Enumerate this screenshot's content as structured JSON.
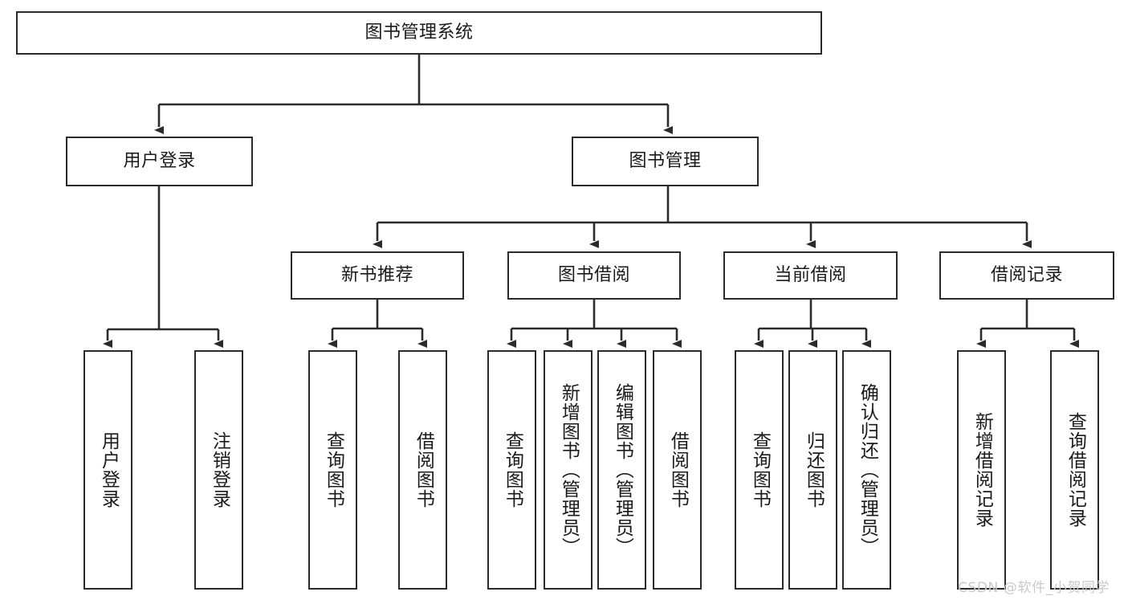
{
  "diagram": {
    "type": "tree-hierarchy-chart",
    "title": "图书管理系统",
    "stroke_color": "#2b2b2b",
    "fill_color": "#ffffff",
    "text_color": "#1a1a1a"
  },
  "nodes": {
    "root": {
      "label": "图书管理系统"
    },
    "level2": [
      {
        "id": "user-login",
        "label": "用户登录"
      },
      {
        "id": "book-manage",
        "label": "图书管理"
      }
    ],
    "level3": [
      {
        "id": "new-book-recommend",
        "label": "新书推荐"
      },
      {
        "id": "book-borrow",
        "label": "图书借阅"
      },
      {
        "id": "current-borrow",
        "label": "当前借阅"
      },
      {
        "id": "borrow-record",
        "label": "借阅记录"
      }
    ],
    "leaves": {
      "user_login": [
        {
          "id": "leaf-user-login",
          "label": "用户登录"
        },
        {
          "id": "leaf-logout-login",
          "label": "注销登录"
        }
      ],
      "new_book_recommend": [
        {
          "id": "leaf-query-book-1",
          "label": "查询图书"
        },
        {
          "id": "leaf-borrow-book-1",
          "label": "借阅图书"
        }
      ],
      "book_borrow": [
        {
          "id": "leaf-query-book-2",
          "label": "查询图书"
        },
        {
          "id": "leaf-add-book",
          "label": "新增图书（管理员）"
        },
        {
          "id": "leaf-edit-book",
          "label": "编辑图书（管理员）"
        },
        {
          "id": "leaf-borrow-book-2",
          "label": "借阅图书"
        }
      ],
      "current_borrow": [
        {
          "id": "leaf-query-book-3",
          "label": "查询图书"
        },
        {
          "id": "leaf-return-book",
          "label": "归还图书"
        },
        {
          "id": "leaf-confirm-return",
          "label": "确认归还（管理员）"
        }
      ],
      "borrow_record": [
        {
          "id": "leaf-add-record",
          "label": "新增借阅记录"
        },
        {
          "id": "leaf-query-record",
          "label": "查询借阅记录"
        }
      ]
    }
  },
  "watermark": {
    "text": "CSDN @软件_小贺同学"
  }
}
